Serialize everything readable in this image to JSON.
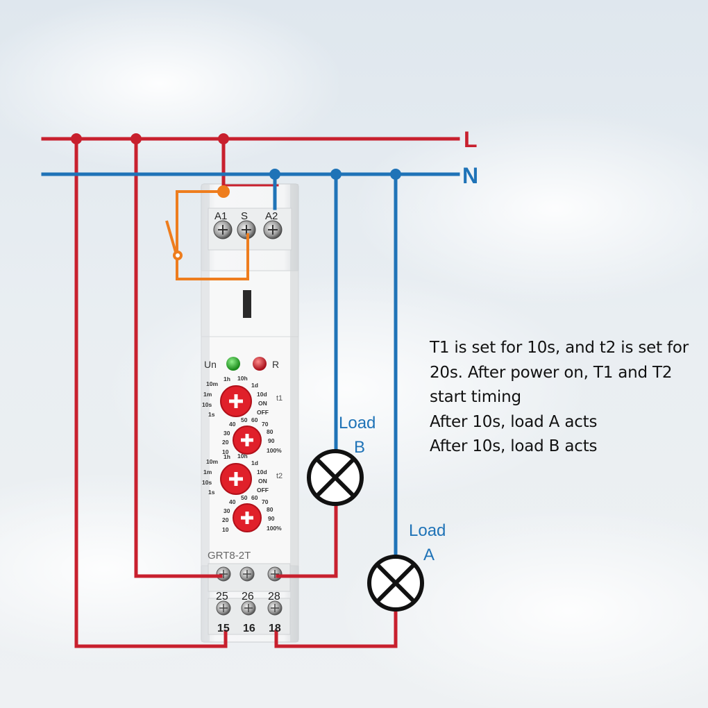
{
  "lines": {
    "live": "L",
    "neutral": "N"
  },
  "relay": {
    "model": "GRT8-2T",
    "top_terminals": [
      "A1",
      "S",
      "A2"
    ],
    "indicators": {
      "power": "Un",
      "relay": "R"
    },
    "dial_t1_label": "t1",
    "dial_t2_label": "t2",
    "range_left": [
      "10m",
      "1m",
      "10s",
      "1s"
    ],
    "range_top": [
      "1h",
      "10h"
    ],
    "range_right": [
      "1d",
      "10d",
      "ON",
      "OFF"
    ],
    "pct_top": [
      "40",
      "50",
      "60",
      "70"
    ],
    "pct_left": [
      "30",
      "20",
      "10"
    ],
    "pct_right": [
      "80",
      "90",
      "100%"
    ],
    "mid_terminals": [
      "25",
      "26",
      "28"
    ],
    "bottom_terminals": [
      "15",
      "16",
      "18"
    ]
  },
  "loads": {
    "b": {
      "line1": "Load",
      "line2": "B"
    },
    "a": {
      "line1": "Load",
      "line2": "A"
    }
  },
  "description": [
    "T1 is set for 10s, and t2 is set for",
    "20s. After power on, T1 and T2",
    "start timing",
    "After 10s, load A acts",
    "After 10s, load B acts"
  ],
  "colors": {
    "live": "#c8202e",
    "neutral": "#1f73b7",
    "switch": "#ee7d1e",
    "dial": "#e0202a",
    "label_blue": "#1f73b7"
  }
}
